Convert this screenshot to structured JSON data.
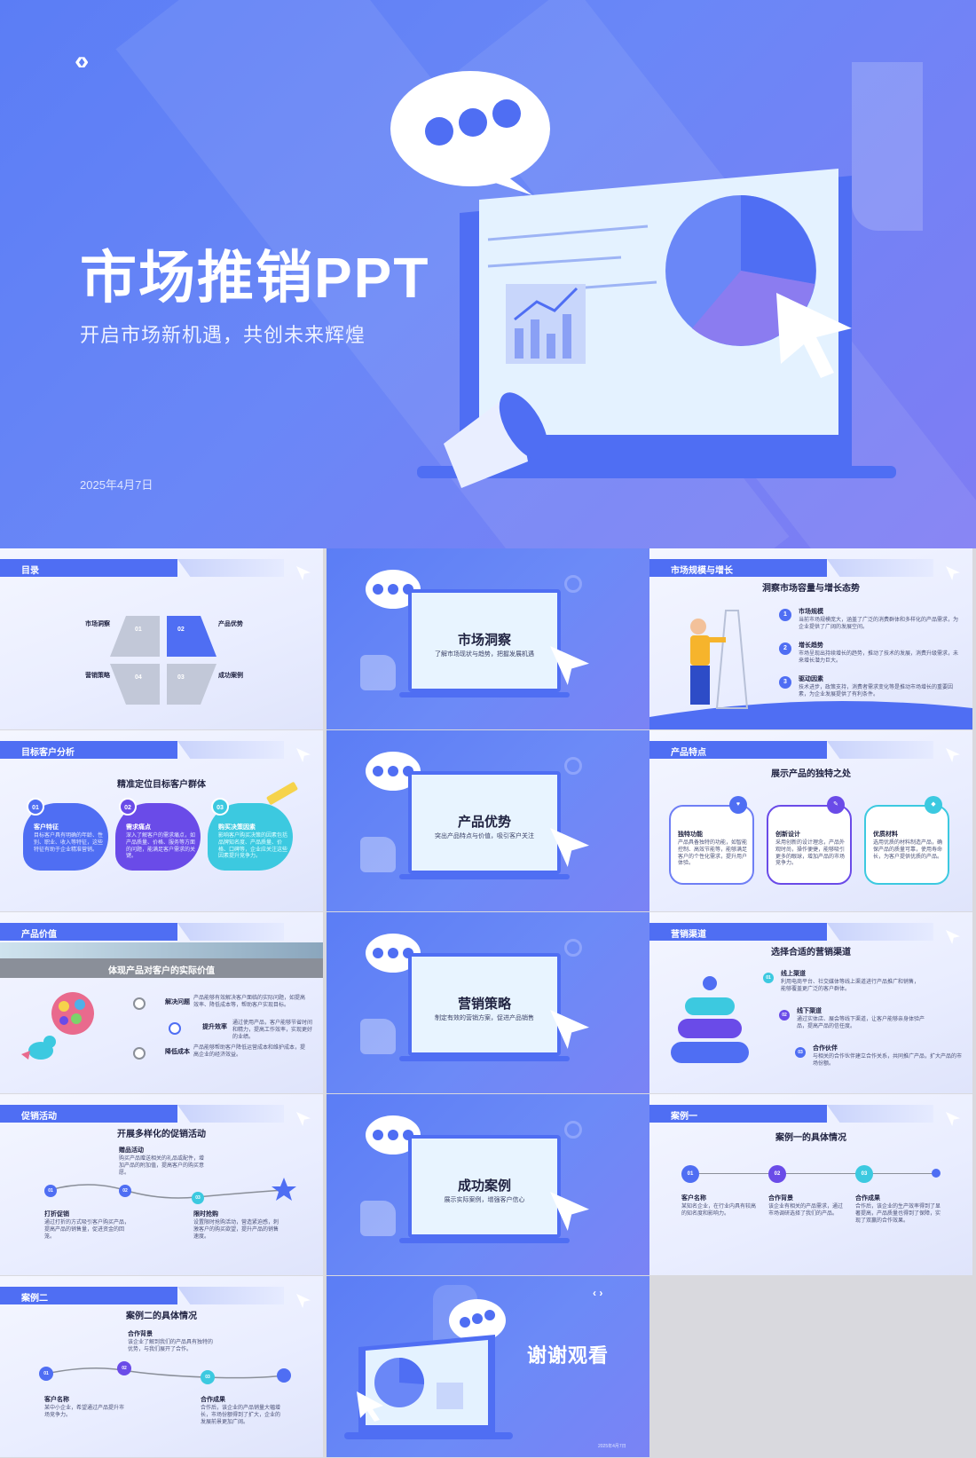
{
  "cover": {
    "title": "市场推销PPT",
    "subtitle": "开启市场新机遇，共创未来辉煌",
    "date": "2025年4月7日"
  },
  "colors": {
    "primary": "#4f6ef3",
    "cover_bg": "#5b7df5",
    "accent_teal": "#3cc9e0",
    "accent_purple": "#6a4be8"
  },
  "toc": {
    "tag": "目录",
    "items": [
      "市场洞察",
      "产品优势",
      "营销策略",
      "成功案例"
    ],
    "numbers": [
      "01",
      "02",
      "04",
      "03"
    ]
  },
  "sections": [
    {
      "title": "市场洞察",
      "sub": "了解市场现状与趋势，把握发展机遇"
    },
    {
      "title": "产品优势",
      "sub": "突出产品特点与价值，吸引客户关注"
    },
    {
      "title": "营销策略",
      "sub": "制定有效的营销方案，促进产品销售"
    },
    {
      "title": "成功案例",
      "sub": "展示实际案例，增强客户信心"
    }
  ],
  "market": {
    "tag": "市场规模与增长",
    "title": "洞察市场容量与增长态势",
    "items": [
      {
        "n": "1",
        "label": "市场规模",
        "text": "当前市场规模庞大，涵盖了广泛的消费群体和多样化的产品需求，为企业提供了广阔的发展空间。"
      },
      {
        "n": "2",
        "label": "增长趋势",
        "text": "市场呈现出持续增长的趋势，推动了技术的发展，消费升级需求，未来增长潜力巨大。"
      },
      {
        "n": "3",
        "label": "驱动因素",
        "text": "技术进步，政策支持，消费者需求变化等是推动市场增长的重要因素，为企业发展提供了有利条件。"
      }
    ]
  },
  "target": {
    "tag": "目标客户分析",
    "title": "精准定位目标客户群体",
    "items": [
      {
        "n": "01",
        "label": "客户特征",
        "text": "目标客户具有明确的年龄、性别、职业、收入等特征，这些特征有助于企业精准营销。"
      },
      {
        "n": "02",
        "label": "需求痛点",
        "text": "深入了解客户的需求痛点，如产品质量、价格、服务等方面的问题，能满足客户需求的关键。"
      },
      {
        "n": "03",
        "label": "购买决策因素",
        "text": "影响客户购买决策的因素包括品牌知名度、产品质量、价格、口碑等，企业应关注这些因素提升竞争力。"
      }
    ]
  },
  "features": {
    "tag": "产品特点",
    "title": "展示产品的独特之处",
    "items": [
      {
        "label": "独特功能",
        "text": "产品具备独特的功能，如智能控制、高效节能等，能够满足客户的个性化需求，提升用户体验。"
      },
      {
        "label": "创新设计",
        "text": "采用创新的设计理念，产品外观时尚，操作便捷，能够吸引更多的眼球，增加产品的市场竞争力。"
      },
      {
        "label": "优质材料",
        "text": "选用优质的材料制造产品，确保产品的质量可靠，使用寿命长，为客户提供优质的产品。"
      }
    ]
  },
  "value": {
    "tag": "产品价值",
    "title": "体现产品对客户的实际价值",
    "items": [
      {
        "label": "解决问题",
        "text": "产品能够有效解决客户面临的实际问题，如提高效率、降低成本等，帮助客户实现目标。"
      },
      {
        "label": "提升效率",
        "text": "通过使用产品，客户能够节省时间和精力，提高工作效率，实现更好的业绩。"
      },
      {
        "label": "降低成本",
        "text": "产品能够帮助客户降低运营成本和维护成本，提高企业的经济效益。"
      }
    ]
  },
  "channels": {
    "tag": "营销渠道",
    "title": "选择合适的营销渠道",
    "items": [
      {
        "n": "01",
        "label": "线上渠道",
        "text": "利用电商平台、社交媒体等线上渠道进行产品推广和销售，能够覆盖更广泛的客户群体。"
      },
      {
        "n": "02",
        "label": "线下渠道",
        "text": "通过实体店、展会等线下渠道，让客户能够亲身体验产品，提高产品的信任度。"
      },
      {
        "n": "03",
        "label": "合作伙伴",
        "text": "与相关的合作伙伴建立合作关系，共同推广产品，扩大产品的市场份额。"
      }
    ]
  },
  "promo": {
    "tag": "促销活动",
    "title": "开展多样化的促销活动",
    "items": [
      {
        "n": "01",
        "label": "打折促销",
        "text": "通过打折的方式吸引客户购买产品，提高产品的销售量，促进资金的回笼。"
      },
      {
        "n": "02",
        "label": "赠品活动",
        "text": "购买产品赠送相关的礼品或配件，增加产品的附加值，提高客户的购买意愿。"
      },
      {
        "n": "03",
        "label": "限时抢购",
        "text": "设置限时抢购活动，营造紧迫感，刺激客户的购买欲望，提升产品的销售速度。"
      }
    ]
  },
  "case1": {
    "tag": "案例一",
    "title": "案例一的具体情况",
    "items": [
      {
        "n": "01",
        "label": "客户名称",
        "text": "某知名企业，在行业内具有较高的知名度和影响力。"
      },
      {
        "n": "02",
        "label": "合作背景",
        "text": "该企业有相关的产品需求，通过市场调研选择了我们的产品。"
      },
      {
        "n": "03",
        "label": "合作成果",
        "text": "合作后，该企业的生产效率得到了显著提高，产品质量也得到了保障，实现了双赢的合作效果。"
      }
    ]
  },
  "case2": {
    "tag": "案例二",
    "title": "案例二的具体情况",
    "items": [
      {
        "n": "01",
        "label": "客户名称",
        "text": "某中小企业，希望通过产品提升市场竞争力。"
      },
      {
        "n": "02",
        "label": "合作背景",
        "text": "该企业了解到我们的产品具有独特的优势，与我们展开了合作。"
      },
      {
        "n": "03",
        "label": "合作成果",
        "text": "合作后，该企业的产品销量大幅增长，市场份额得到了扩大，企业的发展前景更加广阔。"
      }
    ]
  },
  "thanks": {
    "title": "谢谢观看",
    "date": "2025年4月7日"
  }
}
